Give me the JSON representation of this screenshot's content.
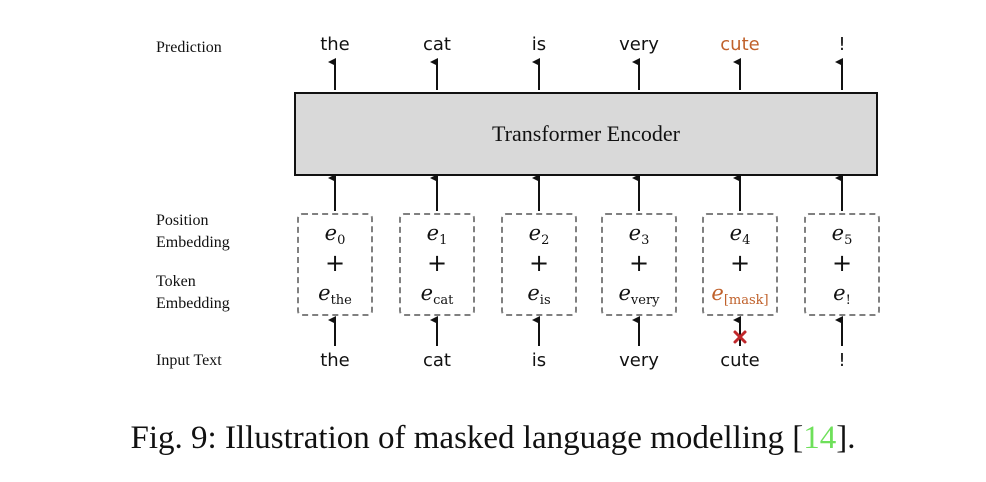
{
  "row_labels": {
    "prediction": "Prediction",
    "position_embedding": "Position Embedding",
    "token_embedding": "Token Embedding",
    "input_text": "Input Text"
  },
  "encoder_label": "Transformer Encoder",
  "columns": [
    {
      "prediction": "the",
      "pos_base": "e",
      "pos_sub": "0",
      "plus": "+",
      "tok_base": "e",
      "tok_sub": "the",
      "input": "the",
      "masked": false
    },
    {
      "prediction": "cat",
      "pos_base": "e",
      "pos_sub": "1",
      "plus": "+",
      "tok_base": "e",
      "tok_sub": "cat",
      "input": "cat",
      "masked": false
    },
    {
      "prediction": "is",
      "pos_base": "e",
      "pos_sub": "2",
      "plus": "+",
      "tok_base": "e",
      "tok_sub": "is",
      "input": "is",
      "masked": false
    },
    {
      "prediction": "very",
      "pos_base": "e",
      "pos_sub": "3",
      "plus": "+",
      "tok_base": "e",
      "tok_sub": "very",
      "input": "very",
      "masked": false
    },
    {
      "prediction": "cute",
      "pos_base": "e",
      "pos_sub": "4",
      "plus": "+",
      "tok_base": "e",
      "tok_sub": "[mask]",
      "input": "cute",
      "masked": true
    },
    {
      "prediction": "!",
      "pos_base": "e",
      "pos_sub": "5",
      "plus": "+",
      "tok_base": "e",
      "tok_sub": "!",
      "input": "!",
      "masked": false
    }
  ],
  "caption": {
    "prefix": "Fig. 9: Illustration of masked language modelling [",
    "citation": "14",
    "suffix": "]."
  },
  "colors": {
    "mask_highlight": "#c0612b",
    "cross_mark": "#c0282b",
    "citation": "#6ee05a",
    "encoder_fill": "#d9d9d9"
  }
}
